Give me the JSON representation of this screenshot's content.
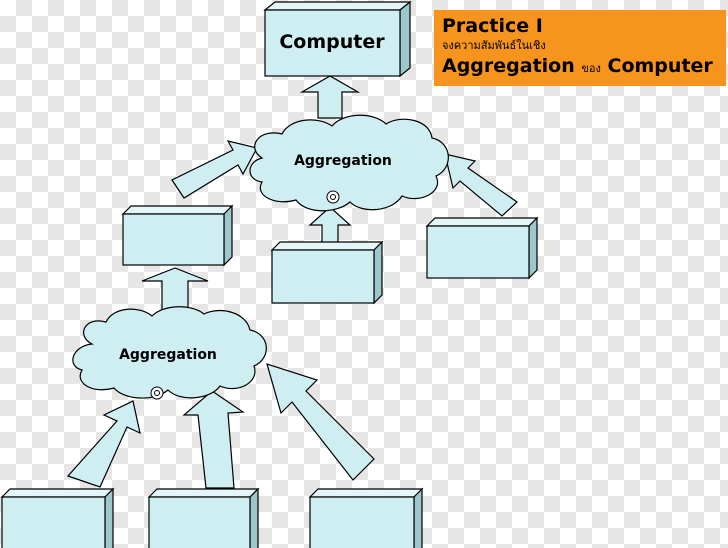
{
  "diagram": {
    "computer_label": "Computer",
    "top_cloud_label": "Aggregation",
    "bottom_cloud_label": "Aggregation"
  },
  "practice": {
    "title": "Practice I",
    "subtitle": "จงความสัมพันธ์ในเชิง",
    "word_aggregation": "Aggregation",
    "word_of": "ของ",
    "word_computer": "Computer"
  },
  "colors": {
    "box_fill": "#cfeef1",
    "practice_bg": "#f7941d"
  }
}
